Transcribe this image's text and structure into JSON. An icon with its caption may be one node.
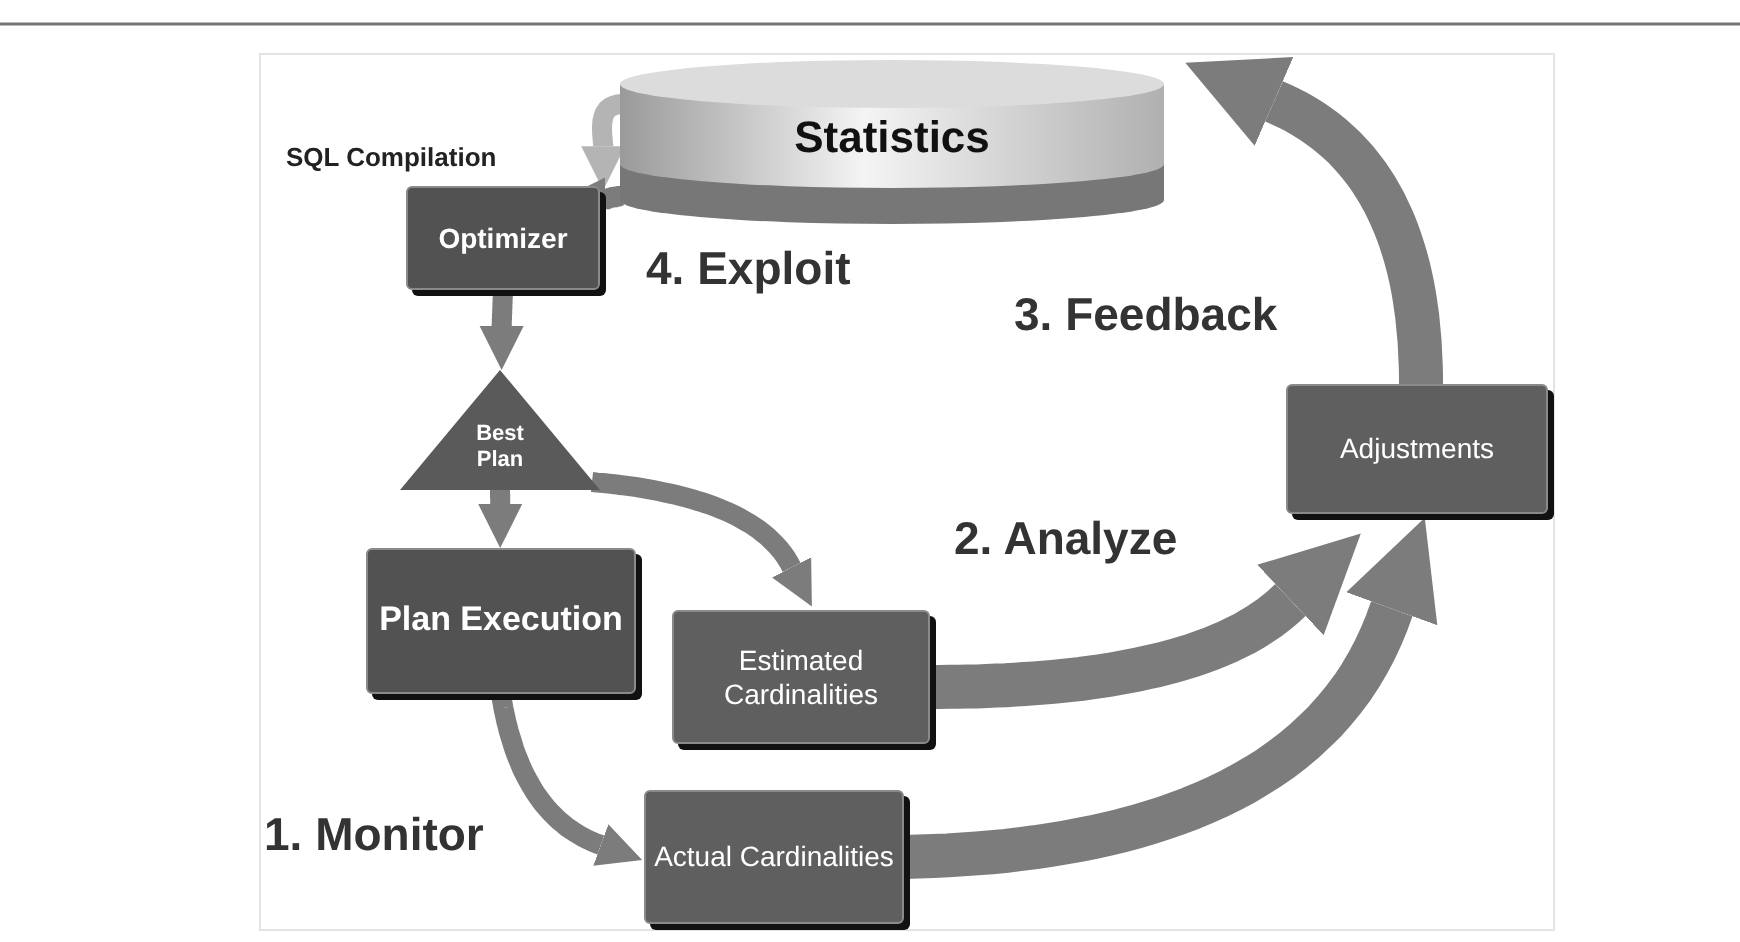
{
  "diagram": {
    "nodes": [
      {
        "text": [
          "Statistics"
        ]
      },
      {
        "text": [
          "Optimizer"
        ],
        "beside": [
          "SQL Compilation"
        ]
      },
      {
        "text": [
          "Best Plan"
        ]
      },
      {
        "text": [
          "Plan Execution"
        ]
      },
      {
        "text": [
          "Estimated Cardinalities"
        ]
      },
      {
        "text": [
          "Actual Cardinalities"
        ]
      },
      {
        "text": [
          "Adjustments"
        ]
      }
    ],
    "edges": [
      {
        "from": 0,
        "to": 1,
        "arrow": "to",
        "color": "#b4b4b4"
      },
      {
        "from": 0,
        "to": 1,
        "arrow": "to"
      },
      {
        "from": 1,
        "to": 2,
        "arrow": "to"
      },
      {
        "from": 2,
        "to": 3,
        "arrow": "to"
      },
      {
        "from": 2,
        "to": 4,
        "arrow": "to"
      },
      {
        "from": 3,
        "to": 5,
        "arrow": "to"
      },
      {
        "from": 4,
        "to": 6,
        "arrow": "to",
        "style": "thick"
      },
      {
        "from": 5,
        "to": 6,
        "arrow": "to",
        "style": "thick"
      },
      {
        "from": 6,
        "to": 0,
        "arrow": "to",
        "style": "thick"
      }
    ],
    "labels": [
      "4. Exploit",
      "3. Feedback",
      "2. Analyze",
      "1. Monitor"
    ]
  }
}
